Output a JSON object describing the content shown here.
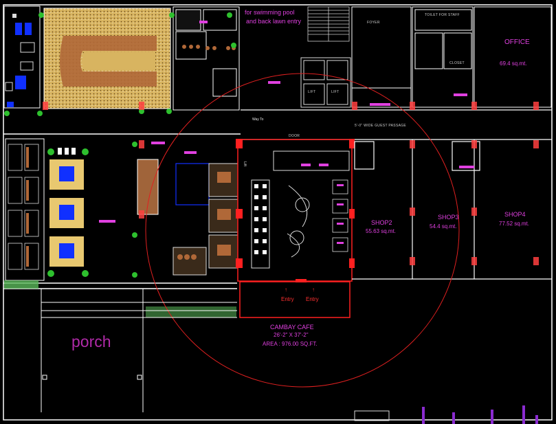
{
  "drawing": {
    "colors": {
      "background": "#000000",
      "wall": "#ffffff",
      "cafe_outline": "#ff2020",
      "text_magenta": "#e040e0",
      "furniture_brown": "#a0643a",
      "upholstery_yellow": "#e8c870",
      "glass_blue": "#1030ff",
      "planting_green": "#2ec02e",
      "grid_red": "#ff4040",
      "grey_fixtures": "#9a9a9a"
    },
    "note": {
      "line1": "for swimming pool",
      "line2": "and back lawn entry"
    },
    "office": {
      "name": "OFFICE",
      "area": "69.4 sq.mt."
    },
    "shops": [
      {
        "name": "SHOP2",
        "area": "55.63 sq.mt."
      },
      {
        "name": "SHOP3",
        "area": "54.4 sq.mt."
      },
      {
        "name": "SHOP4",
        "area": "77.52 sq.mt."
      }
    ],
    "cafe": {
      "name": "CAMBAY CAFE",
      "size": "26'-2\" X 37'-2\"",
      "area": "AREA : 976.00 SQ.FT."
    },
    "entries": [
      "Entry",
      "Entry"
    ],
    "porch": "porch",
    "way_to": "Way To",
    "lift_label": "Lift",
    "small_labels": {
      "foyer": "FOYER",
      "passage": "5'-0\" WIDE GUEST PASSAGE",
      "toilet_lobby": "TOILET FOR STAFF",
      "lift1": "LIFT",
      "lift2": "LIFT",
      "closet": "CLOSET",
      "door": "DOOR"
    }
  }
}
